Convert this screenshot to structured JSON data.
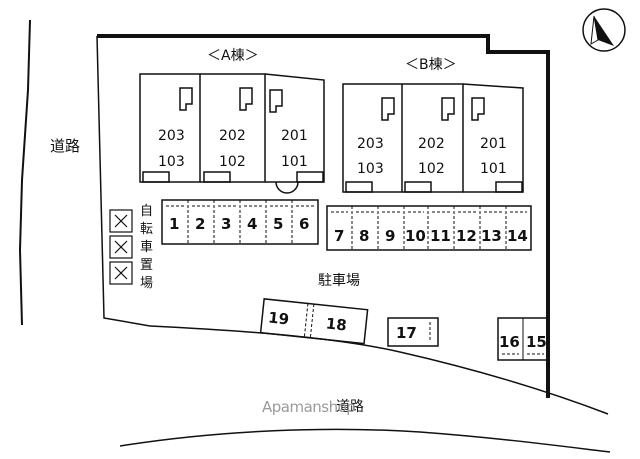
{
  "labels": {
    "building_a": "＜A棟＞",
    "building_b": "＜B棟＞",
    "road_left": "道路",
    "road_bottom": "道路",
    "parking_area": "駐車場",
    "bicycle_parking": [
      "自",
      "転",
      "車",
      "置",
      "場"
    ]
  },
  "building_a_units": [
    {
      "upper": "203",
      "lower": "103"
    },
    {
      "upper": "202",
      "lower": "102"
    },
    {
      "upper": "201",
      "lower": "101"
    }
  ],
  "building_b_units": [
    {
      "upper": "203",
      "lower": "103"
    },
    {
      "upper": "202",
      "lower": "102"
    },
    {
      "upper": "201",
      "lower": "101"
    }
  ],
  "parking_a_row": [
    "1",
    "2",
    "3",
    "4",
    "5",
    "6"
  ],
  "parking_b_row": [
    "7",
    "8",
    "9",
    "10",
    "11",
    "12",
    "13",
    "14"
  ],
  "parking_tilted": [
    "19",
    "18"
  ],
  "parking_single": "17",
  "parking_right": [
    "16",
    "15"
  ],
  "watermark": "Apamanshop",
  "compass": "north-arrow-icon"
}
